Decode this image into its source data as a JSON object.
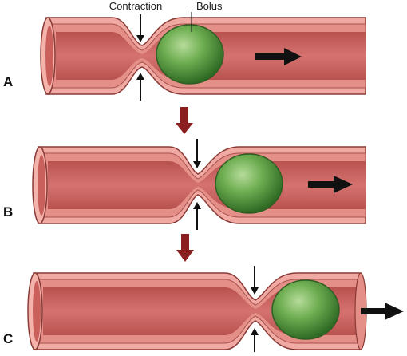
{
  "labels": {
    "contraction": "Contraction",
    "bolus": "Bolus"
  },
  "panels": [
    {
      "letter": "A"
    },
    {
      "letter": "B"
    },
    {
      "letter": "C"
    }
  ],
  "colors": {
    "tube_outer": "#e3938c",
    "tube_wall": "#f4b3ab",
    "tube_lumen": "#c9605c",
    "tube_stroke": "#8a3a36",
    "bolus_fill": "#62a34a",
    "bolus_stroke": "#2f5e22",
    "step_arrow": "#8b1e1e",
    "motion_arrow": "#111111"
  }
}
